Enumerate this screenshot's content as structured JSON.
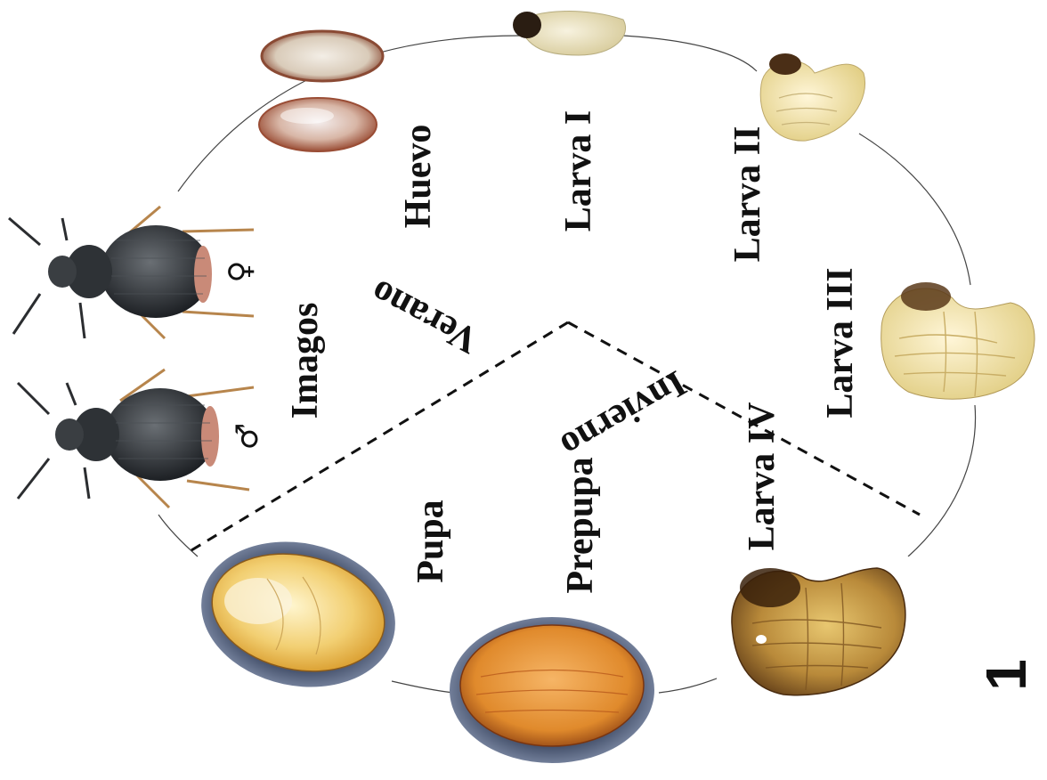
{
  "figure_number": "1",
  "stages": {
    "huevo": "Huevo",
    "larva_i": "Larva I",
    "larva_ii": "Larva II",
    "larva_iii": "Larva III",
    "larva_iv": "Larva IV",
    "prepupa": "Prepupa",
    "pupa": "Pupa",
    "imagos": "Imagos"
  },
  "seasons": {
    "verano": "Verano",
    "invierno": "Invierno"
  },
  "sex_symbols": {
    "female": "♀",
    "male": "♂"
  }
}
